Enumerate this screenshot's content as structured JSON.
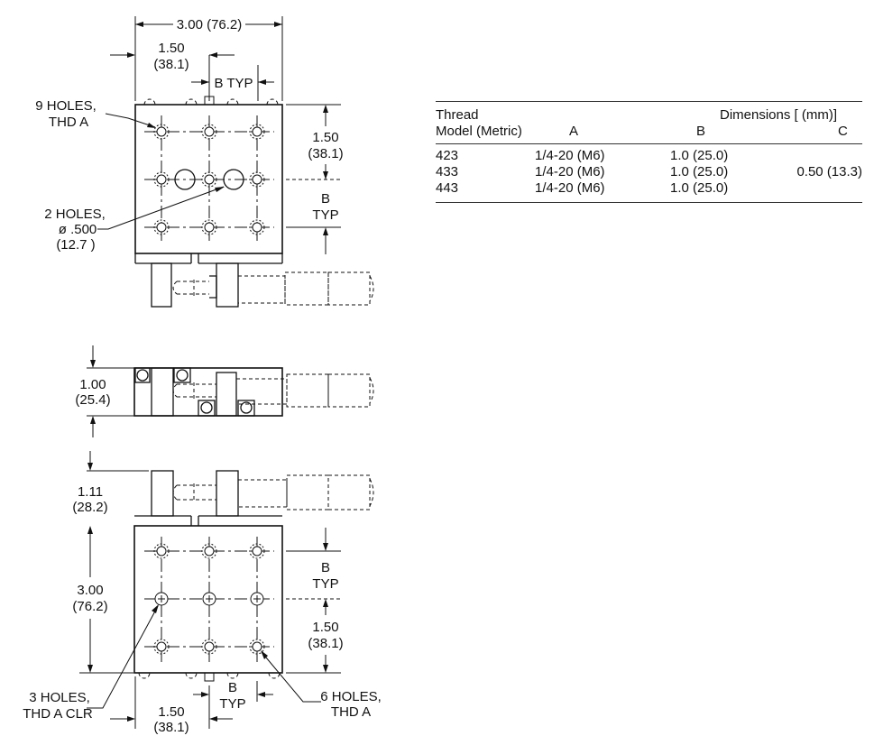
{
  "top_view": {
    "width_dim": "3.00 (76.2)",
    "half_width_dim": [
      "1.50",
      "(38.1)"
    ],
    "b_typ": "B TYP",
    "nine_holes": [
      "9 HOLES,",
      "THD A"
    ],
    "two_holes": [
      "2 HOLES,",
      "ø .500",
      "(12.7 )"
    ],
    "half_height_dim": [
      "1.50",
      "(38.1)"
    ],
    "b_typ_side": [
      "B",
      "TYP"
    ]
  },
  "side_view": {
    "height_dim": [
      "1.00",
      "(25.4)"
    ]
  },
  "bottom_view": {
    "offset_dim": [
      "1.11",
      "(28.2)"
    ],
    "length_dim": [
      "3.00",
      "(76.2)"
    ],
    "b_typ_side": [
      "B",
      "TYP"
    ],
    "half_height_dim": [
      "1.50",
      "(38.1)"
    ],
    "three_holes": [
      "3 HOLES,",
      "THD A CLR"
    ],
    "half_width_dim": [
      "1.50",
      "(38.1)"
    ],
    "b_typ_bottom": [
      "B",
      "TYP"
    ],
    "six_holes": [
      "6 HOLES,",
      "THD A"
    ]
  },
  "table": {
    "header_row1": {
      "thread": "Thread",
      "dimensions": "Dimensions [ (mm)]"
    },
    "header_row2": {
      "model": "Model (Metric)",
      "a": "A",
      "b": "B",
      "c": "C"
    },
    "rows": [
      {
        "model": "423",
        "a": "1/4-20 (M6)",
        "b": "1.0 (25.0)",
        "c": ""
      },
      {
        "model": "433",
        "a": "1/4-20 (M6)",
        "b": "1.0 (25.0)",
        "c": "0.50 (13.3)"
      },
      {
        "model": "443",
        "a": "1/4-20 (M6)",
        "b": "1.0 (25.0)",
        "c": ""
      }
    ]
  }
}
